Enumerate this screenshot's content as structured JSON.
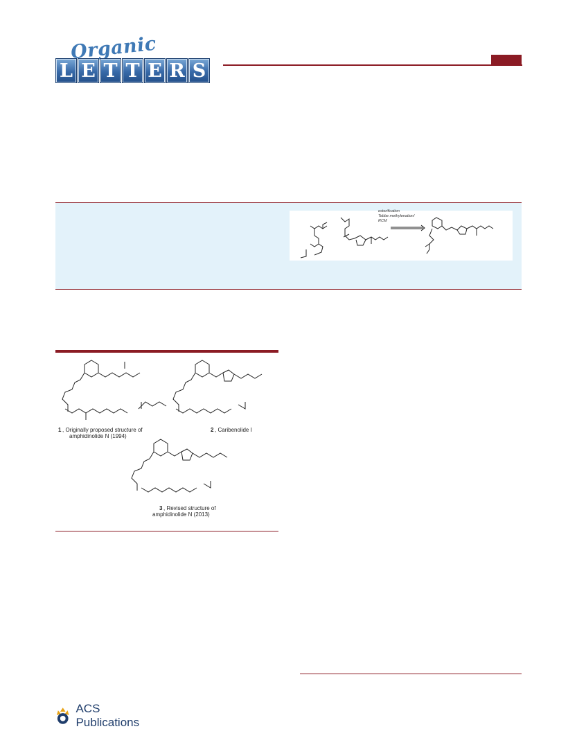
{
  "journal": {
    "logo_script": "Organic",
    "logo_letters": [
      "L",
      "E",
      "T",
      "T",
      "E",
      "R",
      "S"
    ]
  },
  "toc_graphic": {
    "arrow_conditions": [
      "esterification",
      "Tebbe methylenation/",
      "RCM"
    ]
  },
  "figure1": {
    "compound1": {
      "number": "1",
      "caption_line1": ", Originally proposed structure of",
      "caption_line2": "amphidinolide N (1994)"
    },
    "compound2": {
      "number": "2",
      "caption": ", Caribenolide I"
    },
    "compound3": {
      "number": "3",
      "caption_line1": ", Revised structure of",
      "caption_line2": "amphidinolide N (2013)"
    }
  },
  "publisher": {
    "name": "ACS Publications"
  },
  "colors": {
    "rule": "#8b1b24",
    "abstract_bg": "#e3f2fa",
    "logo_blue": "#3769a8"
  }
}
